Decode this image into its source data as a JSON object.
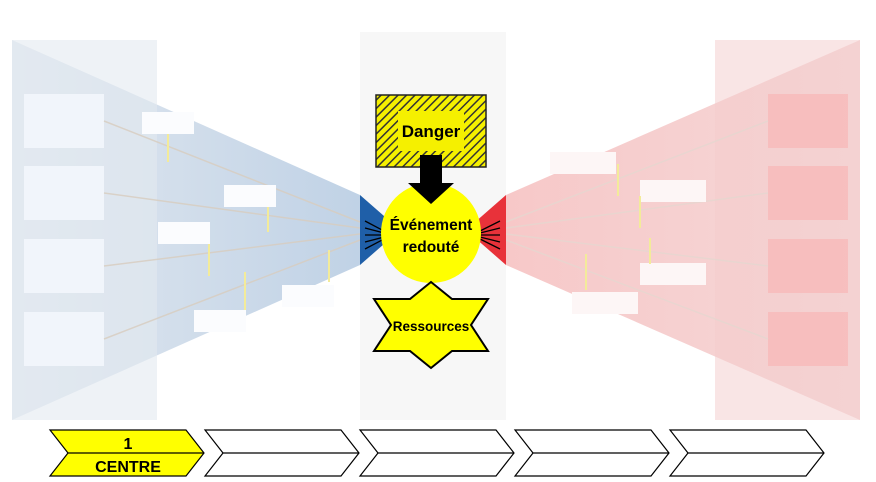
{
  "center": {
    "danger_label": "Danger",
    "event_label_line1": "Événement",
    "event_label_line2": "redouté",
    "resources_label": "Ressources"
  },
  "steps": [
    {
      "number": "1",
      "label": "CENTRE",
      "active": true
    },
    {
      "number": "",
      "label": "",
      "active": false
    },
    {
      "number": "",
      "label": "",
      "active": false
    },
    {
      "number": "",
      "label": "",
      "active": false
    },
    {
      "number": "",
      "label": "",
      "active": false
    }
  ],
  "colors": {
    "left_wing": "#1f5fa8",
    "right_wing": "#e8323a",
    "danger_bg": "#f5f000",
    "event_fill": "#ffff00",
    "step_active": "#ffff00"
  }
}
